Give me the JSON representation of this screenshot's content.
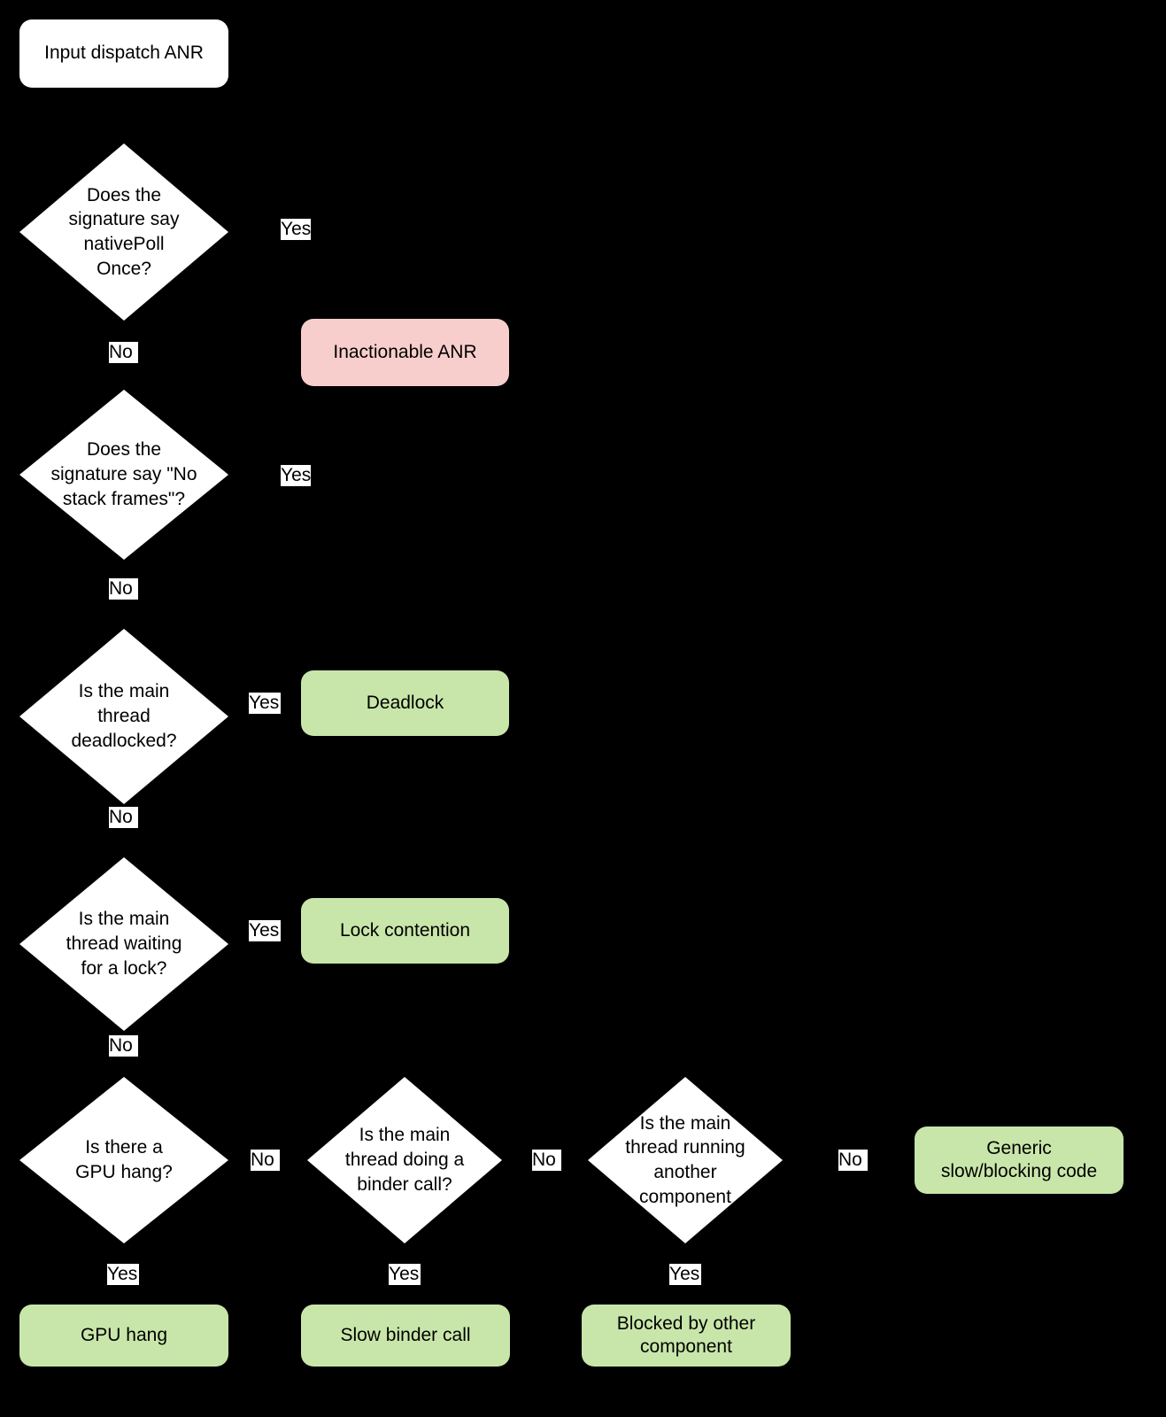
{
  "diagram": {
    "title": "Input dispatch ANR",
    "colors": {
      "background": "#000000",
      "start_fill": "#ffffff",
      "decision_fill": "#ffffff",
      "inactionable_fill": "#f8cecc",
      "outcome_fill": "#c8e6a9",
      "text": "#000000"
    },
    "nodes": {
      "start": {
        "label": "Input dispatch ANR"
      },
      "d1": {
        "label": "Does the\nsignature say\nnativePoll\nOnce?"
      },
      "d2": {
        "label": "Does the\nsignature say \"No\nstack frames\"?"
      },
      "d3": {
        "label": "Is the main\nthread\ndeadlocked?"
      },
      "d4": {
        "label": "Is the main\nthread waiting\nfor a lock?"
      },
      "d5": {
        "label": "Is there a\nGPU hang?"
      },
      "d6": {
        "label": "Is the main\nthread doing a\nbinder call?"
      },
      "d7": {
        "label": "Is the main\nthread running\nanother\ncomponent"
      },
      "r_inactionable": {
        "label": "Inactionable ANR"
      },
      "r_deadlock": {
        "label": "Deadlock"
      },
      "r_lock": {
        "label": "Lock contention"
      },
      "r_gpu": {
        "label": "GPU hang"
      },
      "r_binder": {
        "label": "Slow binder call"
      },
      "r_blocked": {
        "label": "Blocked by other\ncomponent"
      },
      "r_generic": {
        "label": "Generic\nslow/blocking code"
      }
    },
    "edges": {
      "d1_yes": "Yes",
      "d1_no": "No",
      "d2_yes": "Yes",
      "d2_no": "No",
      "d3_yes": "Yes",
      "d3_no": "No",
      "d4_yes": "Yes",
      "d4_no": "No",
      "d5_no": "No",
      "d5_yes": "Yes",
      "d6_no": "No",
      "d6_yes": "Yes",
      "d7_no": "No",
      "d7_yes": "Yes"
    }
  }
}
